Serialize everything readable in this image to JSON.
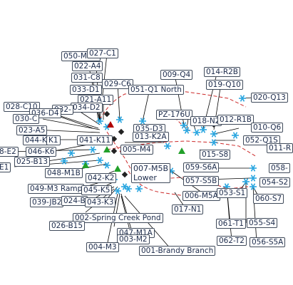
{
  "colors": {
    "background": "#ffffff",
    "route": "#cc2a2a",
    "leader": "#000000",
    "label_text": "#1b2a4a",
    "label_border": "#3f4a5a",
    "snowflake": "#2aa6e0",
    "triangle": "#22a02a",
    "warning": "#b00000"
  },
  "labels": [
    {
      "id": "050-MF-1",
      "text": "050-MF-1"
    },
    {
      "id": "027-C1",
      "text": "027-C1"
    },
    {
      "id": "022-A4",
      "text": "022-A4"
    },
    {
      "id": "031-C8",
      "text": "031-C8"
    },
    {
      "id": "033-D1",
      "text": "033-D1"
    },
    {
      "id": "021-A11",
      "text": "021-A11"
    },
    {
      "id": "029-C6",
      "text": "029-C6"
    },
    {
      "id": "051-Q1",
      "text": "051-Q1 North"
    },
    {
      "id": "009-Q4",
      "text": "009-Q4"
    },
    {
      "id": "014-R2B",
      "text": "014-R2B"
    },
    {
      "id": "019-Q10",
      "text": "019-Q10"
    },
    {
      "id": "020-Q13",
      "text": "020-Q13"
    },
    {
      "id": "028-C10",
      "text": "028-C10"
    },
    {
      "id": "034-D2",
      "text": "034-D2"
    },
    {
      "id": "032",
      "text": "032-"
    },
    {
      "id": "036-D4",
      "text": "036-D4"
    },
    {
      "id": "030-C",
      "text": "030-C"
    },
    {
      "id": "PZ-176U",
      "text": "PZ-176U"
    },
    {
      "id": "018-N2",
      "text": "018-N2"
    },
    {
      "id": "012-R1B",
      "text": "012-R1B"
    },
    {
      "id": "010-Q6",
      "text": "010-Q6"
    },
    {
      "id": "023-A5",
      "text": "023-A5"
    },
    {
      "id": "035-D3",
      "text": "035-D3"
    },
    {
      "id": "013-K2A",
      "text": "013-K2A"
    },
    {
      "id": "052-Q1S",
      "text": "052-Q1S"
    },
    {
      "id": "044-K4",
      "text": "044-K4"
    },
    {
      "id": "K1",
      "text": "K1"
    },
    {
      "id": "041-K11",
      "text": "041-K11"
    },
    {
      "id": "011-R",
      "text": "011-R"
    },
    {
      "id": "8-E2",
      "text": "8-E2"
    },
    {
      "id": "046-K6",
      "text": "046-K6"
    },
    {
      "id": "005-M4",
      "text": "005-M4"
    },
    {
      "id": "015-S8",
      "text": "015-S8"
    },
    {
      "id": "025-B13",
      "text": "025-B13"
    },
    {
      "id": "E1",
      "text": "E1"
    },
    {
      "id": "007-M5B",
      "text": "007-M5B\nLower"
    },
    {
      "id": "059-S6A",
      "text": "059-S6A"
    },
    {
      "id": "058",
      "text": "058-"
    },
    {
      "id": "048-M1B",
      "text": "048-M1B"
    },
    {
      "id": "042-K2",
      "text": "042-K2"
    },
    {
      "id": "057-S5B",
      "text": "057-S5B"
    },
    {
      "id": "054-S2",
      "text": "054-S2"
    },
    {
      "id": "049-M3",
      "text": "049-M3 Ramp"
    },
    {
      "id": "045-K5",
      "text": "045-K5"
    },
    {
      "id": "006-M5A",
      "text": "006-M5A"
    },
    {
      "id": "053-S1",
      "text": "053-S1"
    },
    {
      "id": "039-JB2",
      "text": "039-JB2"
    },
    {
      "id": "024-B",
      "text": "024-B"
    },
    {
      "id": "043-K3",
      "text": "043-K3"
    },
    {
      "id": "060-S7",
      "text": "060-S7"
    },
    {
      "id": "017-N1",
      "text": "017-N1"
    },
    {
      "id": "002-SCP",
      "text": "002-Spring Creek Pond"
    },
    {
      "id": "055-S4",
      "text": "055-S4"
    },
    {
      "id": "026-B15",
      "text": "026-B15"
    },
    {
      "id": "061-T1",
      "text": "061-T1"
    },
    {
      "id": "047-M1A",
      "text": "047-M1A"
    },
    {
      "id": "003-M2",
      "text": "003-M2"
    },
    {
      "id": "062-T2",
      "text": "062-T2"
    },
    {
      "id": "056-S5A",
      "text": "056-S5A"
    },
    {
      "id": "004-M3",
      "text": "004-M3"
    },
    {
      "id": "001-BB",
      "text": "001-Brandy Branch"
    }
  ]
}
